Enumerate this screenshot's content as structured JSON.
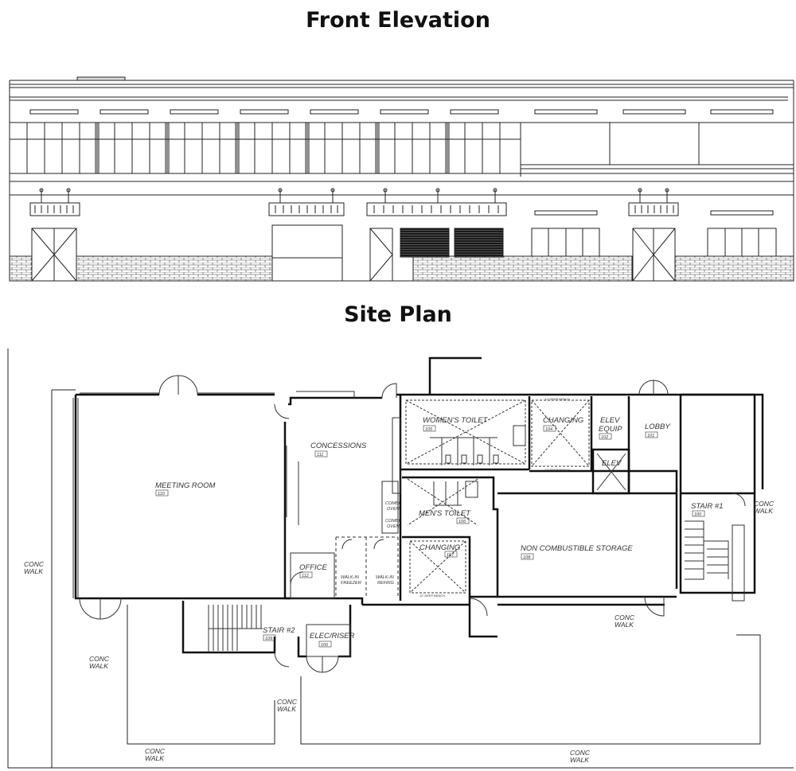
{
  "elevation": {
    "title": "Front Elevation"
  },
  "site_plan": {
    "title": "Site Plan",
    "rooms": {
      "meeting_room": {
        "name": "MEETING ROOM",
        "number": "110"
      },
      "concessions": {
        "name": "CONCESSIONS",
        "number": "111"
      },
      "womens_toilet": {
        "name": "WOMEN'S TOILET",
        "number": "105"
      },
      "changing_104": {
        "name": "CHANGING",
        "number": "104"
      },
      "elev_equip_1": {
        "name": "ELEV",
        "number": ""
      },
      "elev_equip_2": {
        "name": "EQUIP",
        "number": "102"
      },
      "lobby": {
        "name": "LOBBY",
        "number": "101"
      },
      "elev": {
        "name": "ELEV",
        "number": ""
      },
      "mens_toilet": {
        "name": "MEN'S TOILET",
        "number": "106"
      },
      "changing_107": {
        "name": "CHANGING",
        "number": "107"
      },
      "non_combustible_storage": {
        "name": "NON COMBUSTIBLE STORAGE",
        "number": "108"
      },
      "stair_1": {
        "name": "STAIR #1",
        "number": "100"
      },
      "office": {
        "name": "OFFICE",
        "number": "112"
      },
      "stair_2": {
        "name": "STAIR #2",
        "number": "109"
      },
      "elec_riser": {
        "name": "ELEC/RISER",
        "number": "106"
      }
    },
    "small_labels": {
      "walk_in_freezer_1": "WALK-IN",
      "walk_in_freezer_2": "FREEZER",
      "walk_in_refrig_1": "WALK-IN",
      "walk_in_refrig_2": "REFRIG",
      "combi_oven_a_1": "COMBI",
      "combi_oven_a_2": "OVEN",
      "combi_oven_b_1": "COMBI",
      "combi_oven_b_2": "OVEN",
      "deep_bench_1": "12' DEEP BENCH",
      "deep_bench_2": "12' DEEP BENCH",
      "deep_bench_3": "12' DEEP BENCH"
    },
    "walks": {
      "walk_left": [
        "CONC",
        "WALK"
      ],
      "walk_right_top": [
        "CONC",
        "WALK"
      ],
      "walk_mid": [
        "CONC",
        "WALK"
      ],
      "walk_center": [
        "CONC",
        "WALK"
      ],
      "walk_lower_mid": [
        "CONC",
        "WALK"
      ],
      "walk_bottom_left": [
        "CONC",
        "WALK"
      ],
      "walk_bottom_right": [
        "CONC",
        "WALK"
      ]
    }
  }
}
